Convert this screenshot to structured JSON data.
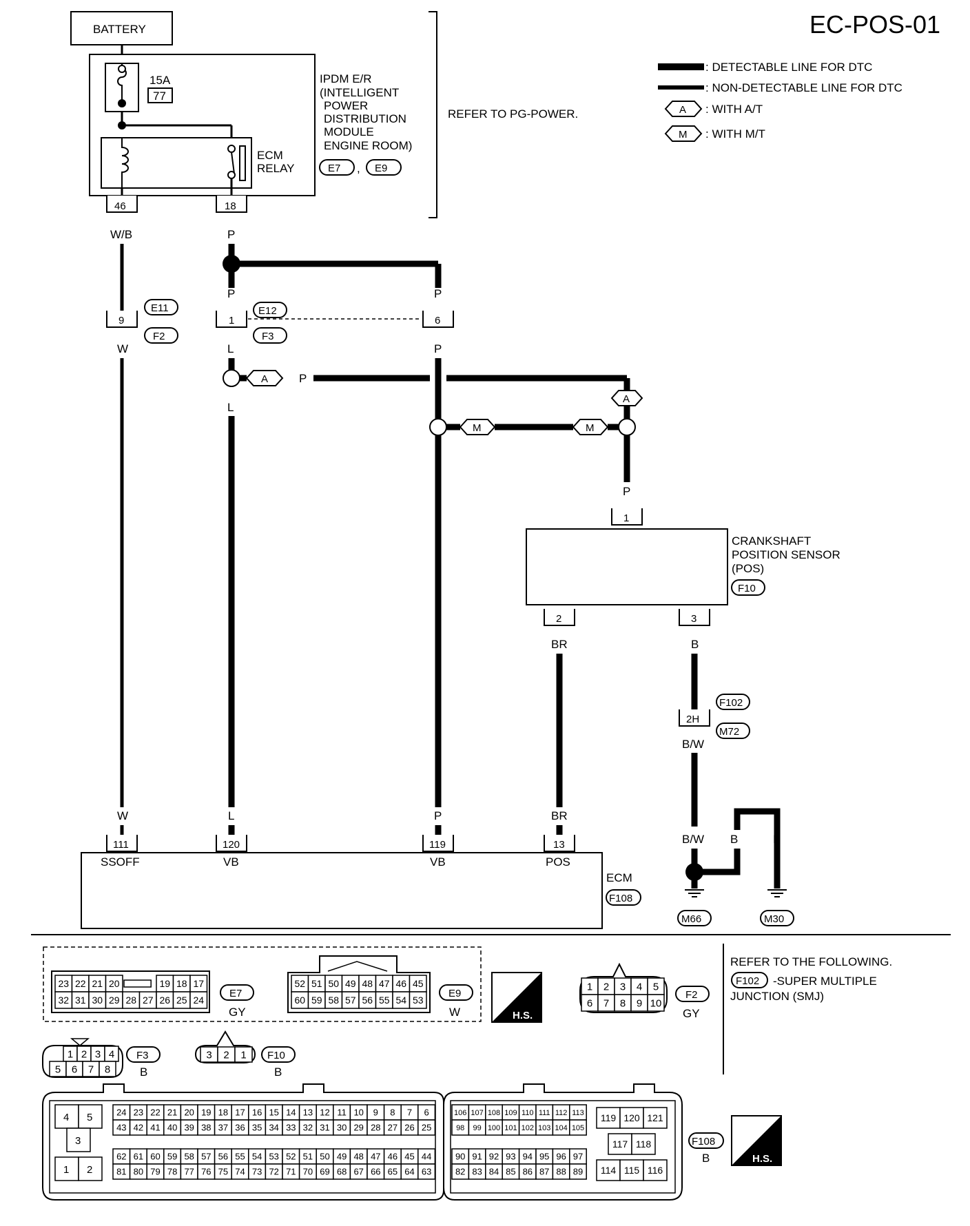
{
  "page_id": "EC-POS-01",
  "legend": {
    "detectable": ": DETECTABLE LINE FOR DTC",
    "non_detectable": ": NON-DETECTABLE LINE FOR DTC",
    "with_at_symbol": "A",
    "with_at": ": WITH A/T",
    "with_mt_symbol": "M",
    "with_mt": ": WITH M/T"
  },
  "battery": "BATTERY",
  "ipdm": {
    "line1": "IPDM E/R",
    "line2": "(INTELLIGENT",
    "line3": "POWER",
    "line4": "DISTRIBUTION",
    "line5": "MODULE",
    "line6": "ENGINE ROOM)",
    "conn1": "E7",
    "sep": ",",
    "conn2": "E9",
    "fuse_rating": "15A",
    "fuse_no": "77",
    "relay_line1": "ECM",
    "relay_line2": "RELAY",
    "pin_left": "46",
    "pin_right": "18"
  },
  "refer_pg": "REFER TO PG-POWER.",
  "wires": {
    "wb": "W/B",
    "p_top": "P",
    "p_after_splice": "P",
    "p_right_top": "P",
    "w_after": "W",
    "l_after": "L",
    "p_right_after": "P",
    "l_below_a": "L",
    "p_a": "P",
    "p_sensor": "P",
    "br_sensor": "BR",
    "b_sensor": "B",
    "bw_after": "B/W",
    "w_ecm": "W",
    "l_ecm": "L",
    "p_ecm": "P",
    "br_ecm": "BR",
    "bw_ground": "B/W",
    "b_ground1": "B",
    "b_ground2": "B"
  },
  "junctions": {
    "pin9": "9",
    "e11": "E11",
    "f2": "F2",
    "pin1": "1",
    "e12": "E12",
    "f3": "F3",
    "pin6": "6",
    "a_label": "A",
    "a_label2": "A",
    "m_label": "M",
    "m_label2": "M",
    "pin2h": "2H",
    "f102": "F102",
    "m72": "M72"
  },
  "sensor": {
    "line1": "CRANKSHAFT",
    "line2": "POSITION SENSOR",
    "line3": "(POS)",
    "conn": "F10",
    "pin1": "1",
    "pin2": "2",
    "pin3": "3"
  },
  "ecm": {
    "label": "ECM",
    "conn": "F108",
    "pin111": "111",
    "pin120": "120",
    "pin119": "119",
    "pin13": "13",
    "term_ssoff": "SSOFF",
    "term_vb1": "VB",
    "term_vb2": "VB",
    "term_pos": "POS"
  },
  "grounds": {
    "m66": "M66",
    "m30": "M30"
  },
  "connectors": {
    "e7": {
      "name": "E7",
      "color": "GY",
      "row1": [
        "23",
        "22",
        "21",
        "20",
        "",
        "19",
        "18",
        "17"
      ],
      "row2": [
        "32",
        "31",
        "30",
        "29",
        "28",
        "27",
        "26",
        "25",
        "24"
      ]
    },
    "e9": {
      "name": "E9",
      "color": "W",
      "row1": [
        "52",
        "51",
        "50",
        "49",
        "48",
        "47",
        "46",
        "45"
      ],
      "row2": [
        "60",
        "59",
        "58",
        "57",
        "56",
        "55",
        "54",
        "53"
      ]
    },
    "f2": {
      "name": "F2",
      "color": "GY",
      "row1": [
        "1",
        "2",
        "3",
        "4",
        "5"
      ],
      "row2": [
        "6",
        "7",
        "8",
        "9",
        "10"
      ]
    },
    "f3": {
      "name": "F3",
      "color": "B",
      "row1": [
        "1",
        "2",
        "3",
        "4"
      ],
      "row2": [
        "5",
        "6",
        "7",
        "8"
      ]
    },
    "f10": {
      "name": "F10",
      "color": "B",
      "row1": [
        "3",
        "2",
        "1"
      ]
    },
    "f108": {
      "name": "F108",
      "color": "B",
      "left_block": [
        "4",
        "5",
        "3",
        "1",
        "2"
      ],
      "mid_row1": [
        "24",
        "23",
        "22",
        "21",
        "20",
        "19",
        "18",
        "17",
        "16",
        "15",
        "14",
        "13",
        "12",
        "11",
        "10",
        "9",
        "8",
        "7",
        "6"
      ],
      "mid_row2": [
        "43",
        "42",
        "41",
        "40",
        "39",
        "38",
        "37",
        "36",
        "35",
        "34",
        "33",
        "32",
        "31",
        "30",
        "29",
        "28",
        "27",
        "26",
        "25"
      ],
      "mid_row3": [
        "62",
        "61",
        "60",
        "59",
        "58",
        "57",
        "56",
        "55",
        "54",
        "53",
        "52",
        "51",
        "50",
        "49",
        "48",
        "47",
        "46",
        "45",
        "44"
      ],
      "mid_row4": [
        "81",
        "80",
        "79",
        "78",
        "77",
        "76",
        "75",
        "74",
        "73",
        "72",
        "71",
        "70",
        "69",
        "68",
        "67",
        "66",
        "65",
        "64",
        "63"
      ],
      "r_row1": [
        "106",
        "107",
        "108",
        "109",
        "110",
        "111",
        "112",
        "113"
      ],
      "r_row2": [
        "98",
        "99",
        "100",
        "101",
        "102",
        "103",
        "104",
        "105"
      ],
      "r_row3": [
        "90",
        "91",
        "92",
        "93",
        "94",
        "95",
        "96",
        "97"
      ],
      "r_row4": [
        "82",
        "83",
        "84",
        "85",
        "86",
        "87",
        "88",
        "89"
      ],
      "rr_row1": [
        "119",
        "120",
        "121"
      ],
      "rr_row2": [
        "117",
        "118"
      ],
      "rr_row3": [
        "114",
        "115",
        "116"
      ]
    }
  },
  "hs": "H.S.",
  "refer_following": "REFER TO THE FOLLOWING.",
  "smj_conn": "F102",
  "smj_line1": "-SUPER MULTIPLE",
  "smj_line2": "JUNCTION (SMJ)"
}
